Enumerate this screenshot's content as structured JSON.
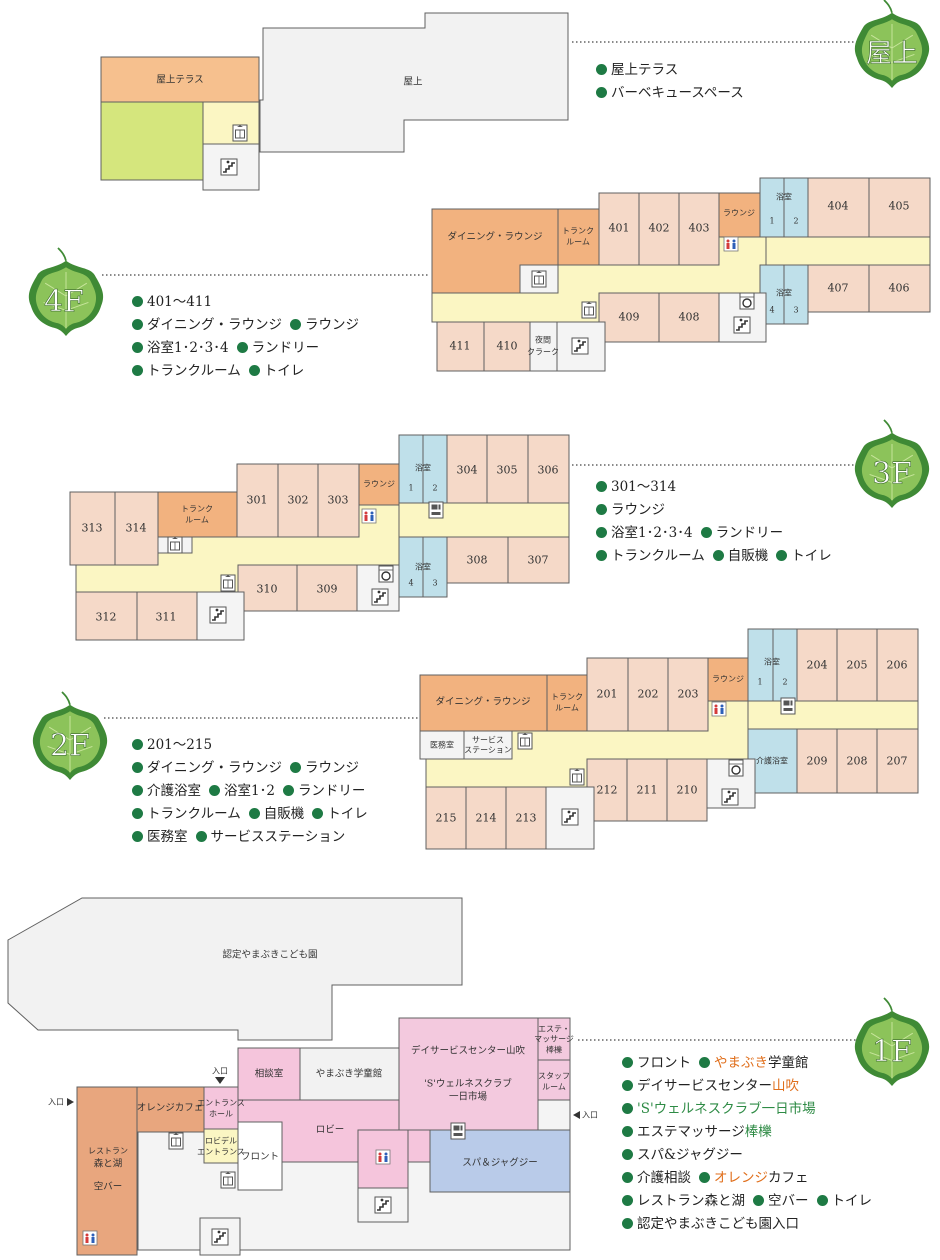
{
  "floors": {
    "roof": {
      "badge": "屋上",
      "legend": [
        [
          "屋上テラス"
        ],
        [
          "バーベキュースペース"
        ]
      ],
      "rooms": {
        "terrace": "屋上テラス",
        "roof": "屋上"
      }
    },
    "f4": {
      "badge": "4F",
      "legend": [
        [
          "401～411"
        ],
        [
          "ダイニング・ラウンジ",
          "ラウンジ"
        ],
        [
          "浴室1･2･3･4",
          "ランドリー"
        ],
        [
          "トランクルーム",
          "トイレ"
        ]
      ],
      "rooms": {
        "dining": "ダイニング・ラウンジ",
        "trunk_1": "トランク",
        "trunk_2": "ルーム",
        "r401": "401",
        "r402": "402",
        "r403": "403",
        "lounge": "ラウンジ",
        "bath_label": "浴室",
        "b1": "1",
        "b2": "2",
        "b3": "3",
        "b4": "4",
        "r404": "404",
        "r405": "405",
        "r406": "406",
        "r407": "407",
        "r408": "408",
        "r409": "409",
        "r410": "410",
        "r411": "411",
        "night_1": "夜間",
        "night_2": "クラーク"
      }
    },
    "f3": {
      "badge": "3F",
      "legend": [
        [
          "301～314"
        ],
        [
          "ラウンジ"
        ],
        [
          "浴室1･2･3･4",
          "ランドリー"
        ],
        [
          "トランクルーム",
          "自販機",
          "トイレ"
        ]
      ],
      "rooms": {
        "r313": "313",
        "r314": "314",
        "trunk_1": "トランク",
        "trunk_2": "ルーム",
        "r301": "301",
        "r302": "302",
        "r303": "303",
        "lounge": "ラウンジ",
        "bath_label": "浴室",
        "b1": "1",
        "b2": "2",
        "b3": "3",
        "b4": "4",
        "r304": "304",
        "r305": "305",
        "r306": "306",
        "r307": "307",
        "r308": "308",
        "r309": "309",
        "r310": "310",
        "r311": "311",
        "r312": "312"
      }
    },
    "f2": {
      "badge": "2F",
      "legend": [
        [
          "201～215"
        ],
        [
          "ダイニング・ラウンジ",
          "ラウンジ"
        ],
        [
          "介護浴室",
          "浴室1･2",
          "ランドリー"
        ],
        [
          "トランクルーム",
          "自販機",
          "トイレ"
        ],
        [
          "医務室",
          "サービスステーション"
        ]
      ],
      "rooms": {
        "dining": "ダイニング・ラウンジ",
        "trunk_1": "トランク",
        "trunk_2": "ルーム",
        "r201": "201",
        "r202": "202",
        "r203": "203",
        "lounge": "ラウンジ",
        "bath_label": "浴室",
        "b1": "1",
        "b2": "2",
        "r204": "204",
        "r205": "205",
        "r206": "206",
        "care_bath": "介護浴室",
        "r207": "207",
        "r208": "208",
        "r209": "209",
        "r210": "210",
        "r211": "211",
        "r212": "212",
        "r213": "213",
        "r214": "214",
        "r215": "215",
        "medical": "医務室",
        "service_1": "サービス",
        "service_2": "ステーション"
      }
    },
    "f1": {
      "badge": "1F",
      "rooms": {
        "kindergarten": "認定やまぶきこども園",
        "consult": "相談室",
        "gakudo": "やまぶき学童館",
        "dayservice": "デイサービスセンター山吹",
        "esthe_1": "エステ・",
        "esthe_2": "マッサージ",
        "esthe_3": "棒櫟",
        "wellness_1": "'S'ウェルネスクラブ",
        "wellness_2": "一日市場",
        "staff_1": "スタッフ",
        "staff_2": "ルーム",
        "entrance_1": "エントランス",
        "entrance_2": "ホール",
        "cafe": "オレンジカフェ",
        "restaurant_1": "レストラン",
        "restaurant_2": "森と湖",
        "restaurant_3": "空バー",
        "lobby": "ロビー",
        "front": "フロント",
        "lobby_ent_1": "ロビデル",
        "lobby_ent_2": "エントランス",
        "spa": "スパ＆ジャグジー",
        "entry_top": "入口",
        "entry_left": "入口",
        "entry_right": "入口"
      },
      "legend": {
        "l1": [
          "フロント",
          "やまぶき",
          "学童館"
        ],
        "l2": [
          "デイサービスセンター",
          "山吹"
        ],
        "l3": [
          "'S'ウェルネスクラブ一日市場"
        ],
        "l4": [
          "エステマッサージ",
          "棒櫟"
        ],
        "l5": [
          "スパ&ジャグジー"
        ],
        "l6": [
          "介護相談",
          "オレンジ",
          "カフェ"
        ],
        "l7": [
          "レストラン森と湖",
          "空バー",
          "トイレ"
        ],
        "l8": [
          "認定やまぶきこども園入口"
        ]
      }
    }
  },
  "colors": {
    "room": "#f5d9c8",
    "dining": "#f2b27f",
    "bath": "#bfe0ea",
    "corridor": "#fbf6c3",
    "service": "#f4f4f4",
    "grass": "#d5e67d",
    "day": "#f3c9de",
    "lobby": "#f5c5dc",
    "spa": "#b9cbe9",
    "restaurant": "#e8a67e",
    "bullet": "#1e7a44",
    "accent": "#e06f1c",
    "leaf_dark": "#3f8a35",
    "leaf_light": "#8cc35a"
  },
  "icons": [
    "elevator-icon",
    "stairs-icon",
    "toilet-icon",
    "laundry-icon",
    "vending-icon",
    "leaf-icon",
    "arrow-icon"
  ]
}
